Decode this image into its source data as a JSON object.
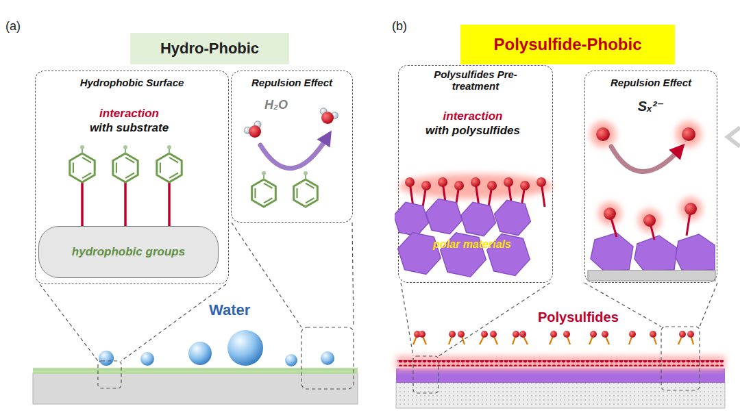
{
  "diagram": {
    "nodes": [
      {
        "text": [
          "Hydro-Phobic"
        ]
      },
      {
        "text": [
          "Hydrophobic Surface",
          "interaction with substrate"
        ]
      },
      {
        "text": [
          "hydrophobic groups"
        ],
        "in": 1
      },
      {
        "text": [
          "Repulsion Effect",
          "H₂O"
        ]
      },
      {
        "text": [
          "Polysulfide-Phobic"
        ]
      },
      {
        "text": [
          "Polysulfides Pre-treatment",
          "interaction with polysulfides"
        ]
      },
      {
        "text": [
          "polar materials"
        ],
        "in": 5
      },
      {
        "text": [
          "Repulsion Effect",
          "Sₓ²⁻"
        ]
      }
    ],
    "labels": [
      "(a)",
      "Water",
      "(b)",
      "Polysulfides"
    ]
  }
}
